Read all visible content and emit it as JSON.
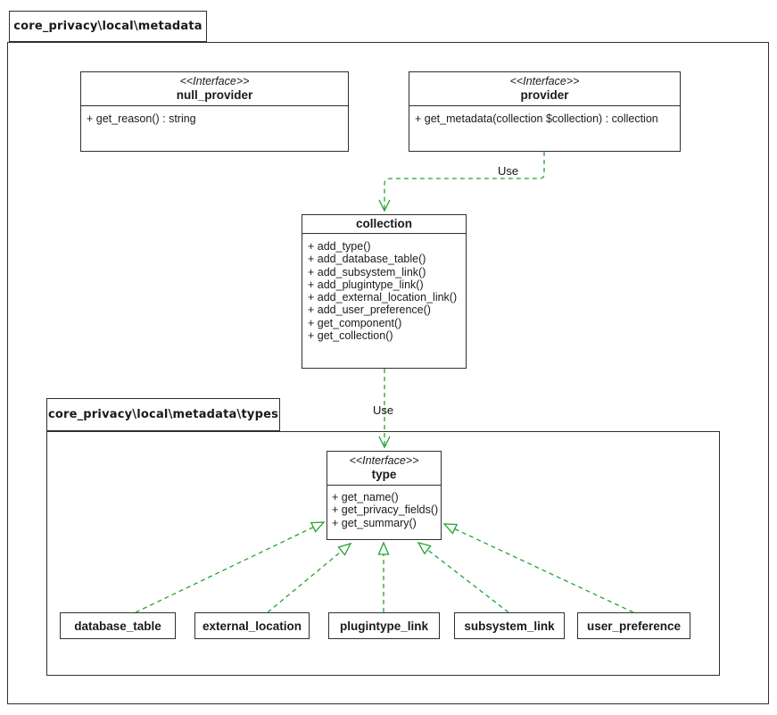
{
  "diagram": {
    "outer_package": {
      "label": "core_privacy\\local\\metadata"
    },
    "inner_package": {
      "label": "core_privacy\\local\\metadata\\types"
    },
    "classes": {
      "null_provider": {
        "stereotype": "<<Interface>>",
        "name": "null_provider",
        "members": [
          "+ get_reason() : string"
        ]
      },
      "provider": {
        "stereotype": "<<Interface>>",
        "name": "provider",
        "members": [
          "+ get_metadata(collection $collection) : collection"
        ]
      },
      "collection": {
        "name": "collection",
        "members": [
          "+ add_type()",
          "+ add_database_table()",
          "+ add_subsystem_link()",
          "+ add_plugintype_link()",
          "+ add_external_location_link()",
          "+ add_user_preference()",
          "+ get_component()",
          "+ get_collection()"
        ]
      },
      "type": {
        "stereotype": "<<Interface>>",
        "name": "type",
        "members": [
          "+ get_name()",
          "+ get_privacy_fields()",
          "+ get_summary()"
        ]
      }
    },
    "leaf_classes": [
      {
        "name": "database_table"
      },
      {
        "name": "external_location"
      },
      {
        "name": "plugintype_link"
      },
      {
        "name": "subsystem_link"
      },
      {
        "name": "user_preference"
      }
    ],
    "edges": {
      "provider_use_label": "Use",
      "collection_use_label": "Use"
    },
    "colors": {
      "edge_green": "#23a331",
      "border_dark": "#2f2f2f"
    }
  }
}
